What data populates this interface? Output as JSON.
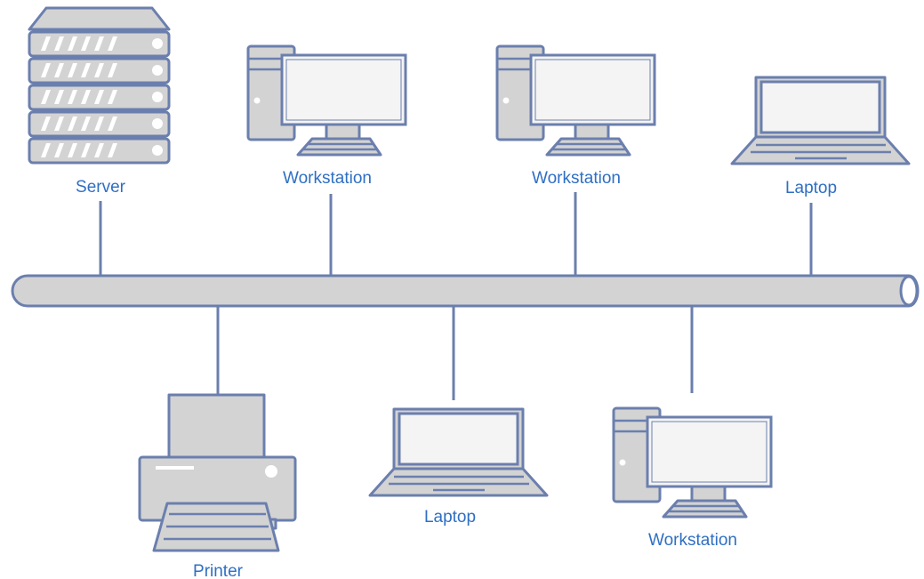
{
  "labels": {
    "server": "Server",
    "workstation_1": "Workstation",
    "workstation_2": "Workstation",
    "laptop_1": "Laptop",
    "printer": "Printer",
    "laptop_2": "Laptop",
    "workstation_3": "Workstation"
  },
  "colors": {
    "label_text": "#2f6fc4",
    "device_fill": "#d3d3d3",
    "device_stroke": "#6b7fae",
    "screen_fill": "#f4f4f4",
    "background": "#ffffff"
  },
  "icons": {
    "server": "server-rack-icon",
    "workstation": "desktop-computer-icon",
    "laptop": "laptop-icon",
    "printer": "printer-icon",
    "bus": "network-bus-pipe"
  }
}
